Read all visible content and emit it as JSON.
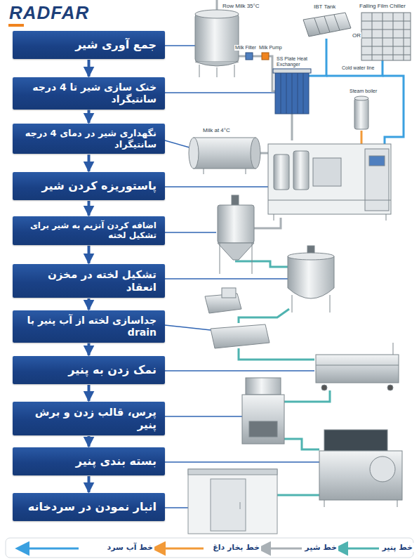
{
  "diagram": {
    "nodes": [
      {
        "text": [
          "جمع آوری شیر"
        ]
      },
      {
        "text": [
          "خنک سازی شیر تا 4 درجه سانتیگراد"
        ]
      },
      {
        "text": [
          "نگهداری شیر در دمای 4 درجه سانتیگراد"
        ]
      },
      {
        "text": [
          "پاستوریزه کردن شیر"
        ]
      },
      {
        "text": [
          "اضافه کردن آنزیم به شیر برای تشکیل لخته"
        ]
      },
      {
        "text": [
          "تشکیل لخته در مخزن انعقاد"
        ]
      },
      {
        "text": [
          "جداسازی لخته از آب پنیر با drain"
        ]
      },
      {
        "text": [
          "نمک زدن به پنیر"
        ]
      },
      {
        "text": [
          "پرس، قالب زدن و برش پنیر"
        ]
      },
      {
        "text": [
          "بسته بندی پنیر"
        ]
      },
      {
        "text": [
          "انبار نمودن در سردخانه"
        ]
      }
    ],
    "edges": [
      {
        "from": 0,
        "to": 1,
        "arrow": "to"
      },
      {
        "from": 1,
        "to": 2,
        "arrow": "to"
      },
      {
        "from": 2,
        "to": 3,
        "arrow": "to"
      },
      {
        "from": 3,
        "to": 4,
        "arrow": "to"
      },
      {
        "from": 4,
        "to": 5,
        "arrow": "to"
      },
      {
        "from": 5,
        "to": 6,
        "arrow": "to"
      },
      {
        "from": 6,
        "to": 7,
        "arrow": "to"
      },
      {
        "from": 7,
        "to": 8,
        "arrow": "to"
      },
      {
        "from": 8,
        "to": 9,
        "arrow": "to"
      },
      {
        "from": 9,
        "to": 10,
        "arrow": "to"
      }
    ],
    "labels": [
      "RADFAR",
      "Row Milk 35°C",
      "IBT Tank",
      "Falling Film Chiller",
      "Milk Filter",
      "Milk Pump",
      "OR",
      "SS Plate Heat Exchanger",
      "Cold water line",
      "Steam boiler",
      "Milk at 4°C"
    ],
    "legend": [
      {
        "text": "خط پنیر"
      },
      {
        "text": "خط شیر"
      },
      {
        "text": "خط بخار داغ"
      },
      {
        "text": "خط آب سرد"
      }
    ]
  }
}
